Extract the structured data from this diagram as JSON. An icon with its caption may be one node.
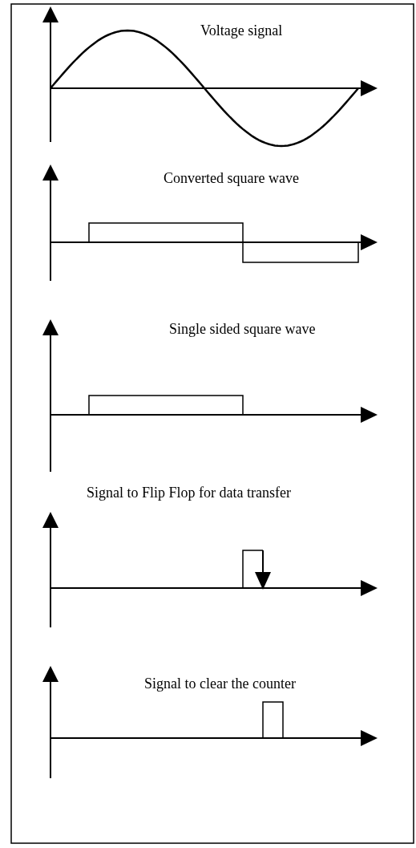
{
  "diagram": {
    "labels": [
      "Voltage signal",
      "Converted square wave",
      "Single sided square wave",
      "Signal to Flip Flop for data transfer",
      "Signal to clear the counter"
    ]
  }
}
